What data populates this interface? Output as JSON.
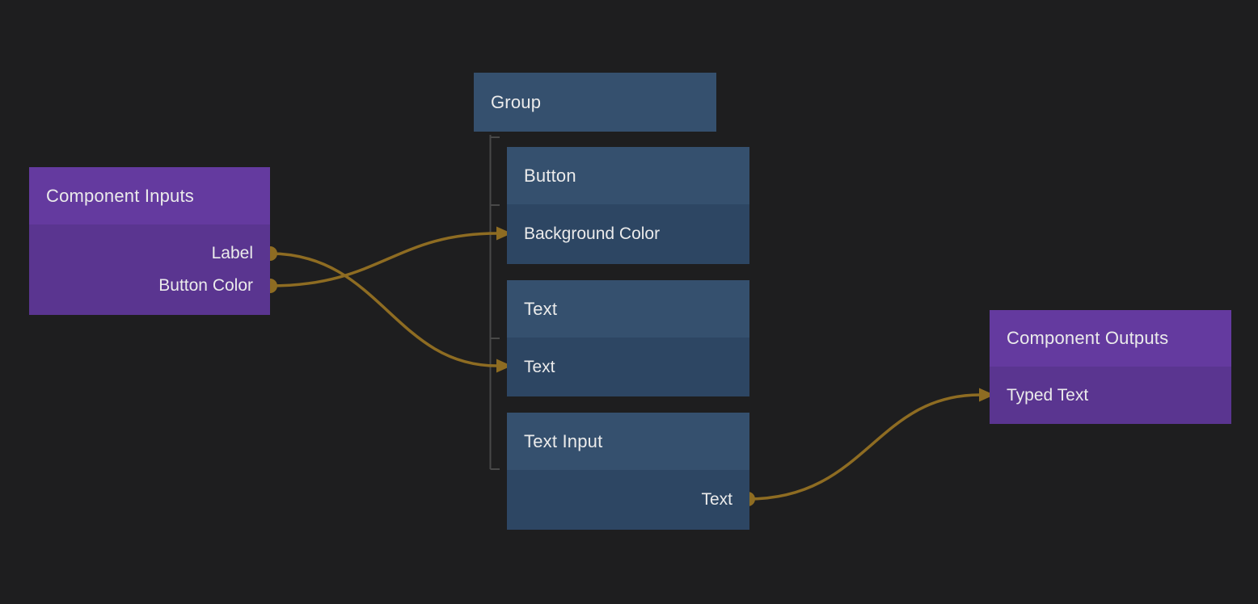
{
  "graph": {
    "nodes": {
      "component_inputs": {
        "title": "Component Inputs",
        "outputs": [
          "Label",
          "Button Color"
        ]
      },
      "group": {
        "title": "Group",
        "children": [
          "Button",
          "Text",
          "Text Input"
        ]
      },
      "button": {
        "title": "Button",
        "inputs": [
          "Background Color"
        ]
      },
      "text": {
        "title": "Text",
        "inputs": [
          "Text"
        ]
      },
      "text_input": {
        "title": "Text Input",
        "outputs": [
          "Text"
        ]
      },
      "component_outputs": {
        "title": "Component Outputs",
        "inputs": [
          "Typed Text"
        ]
      }
    },
    "connections": [
      {
        "from_node": "Component Inputs",
        "from_port": "Label",
        "to_node": "Text",
        "to_port": "Text"
      },
      {
        "from_node": "Component Inputs",
        "from_port": "Button Color",
        "to_node": "Button",
        "to_port": "Background Color"
      },
      {
        "from_node": "Text Input",
        "from_port": "Text",
        "to_node": "Component Outputs",
        "to_port": "Typed Text"
      }
    ]
  },
  "colors": {
    "background": "#1e1e1f",
    "blue_node_header": "#35506e",
    "blue_node_body": "#2d4663",
    "purple_node_header": "#643a9f",
    "purple_node_body": "#5a3590",
    "wire": "#8e6c22",
    "tree_line": "#484848",
    "label_text": "#ebebeb"
  }
}
